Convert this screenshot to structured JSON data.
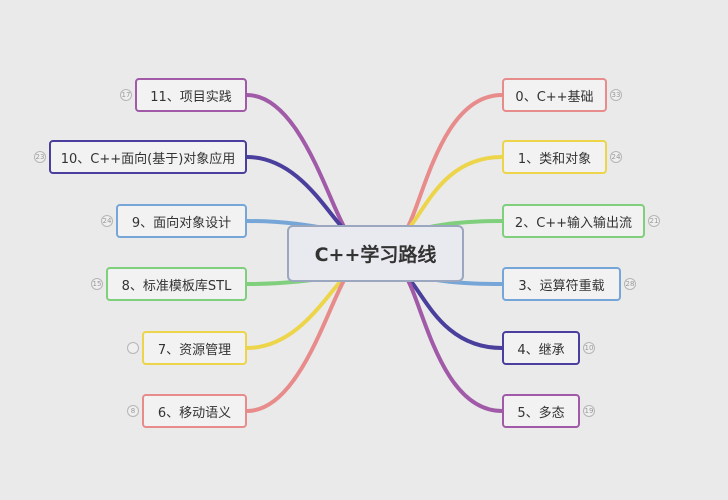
{
  "center": "C++学习路线",
  "right": [
    {
      "label": "0、C++基础",
      "badge": "33",
      "color": "#e88b8b"
    },
    {
      "label": "1、类和对象",
      "badge": "24",
      "color": "#ecd54a"
    },
    {
      "label": "2、C++输入输出流",
      "badge": "21",
      "color": "#7fcf7c"
    },
    {
      "label": "3、运算符重载",
      "badge": "28",
      "color": "#76a6d8"
    },
    {
      "label": "4、继承",
      "badge": "10",
      "color": "#4a3f9c"
    },
    {
      "label": "5、多态",
      "badge": "19",
      "color": "#a15aa8"
    }
  ],
  "left": [
    {
      "label": "11、项目实践",
      "badge": "17",
      "color": "#a15aa8"
    },
    {
      "label": "10、C++面向(基于)对象应用",
      "badge": "23",
      "color": "#4a3f9c"
    },
    {
      "label": "9、面向对象设计",
      "badge": "24",
      "color": "#76a6d8"
    },
    {
      "label": "8、标准模板库STL",
      "badge": "15",
      "color": "#7fcf7c"
    },
    {
      "label": "7、资源管理",
      "badge": "",
      "color": "#ecd54a"
    },
    {
      "label": "6、移动语义",
      "badge": "8",
      "color": "#e88b8b"
    }
  ]
}
